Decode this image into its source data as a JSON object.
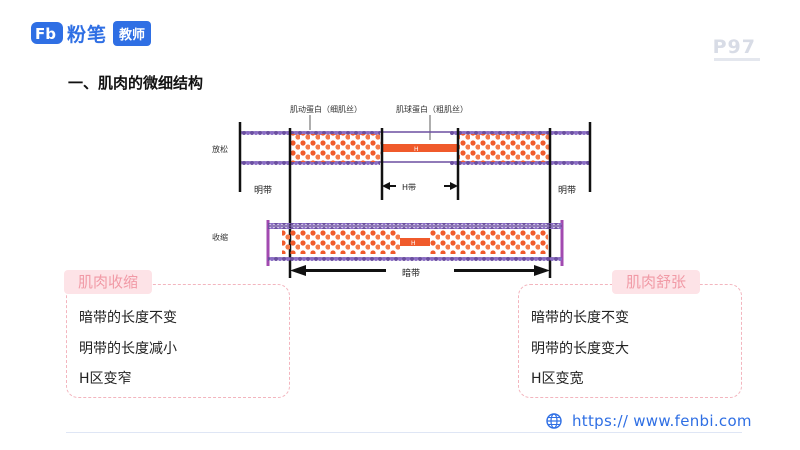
{
  "header": {
    "logo_brand": "粉笔",
    "logo_badge": "教师",
    "page_number": "P97"
  },
  "main": {
    "section_title": "一、肌肉的微细结构"
  },
  "diagram": {
    "label_actin": "肌动蛋白（细肌丝）",
    "label_myosin": "肌球蛋白（粗肌丝）",
    "label_relaxed": "放松",
    "label_contracted": "收缩",
    "label_light_band_left": "明带",
    "label_light_band_right": "明带",
    "label_h_band": "H带",
    "label_h_top": "H",
    "label_h_bottom": "H",
    "label_dark_band": "暗带"
  },
  "contraction": {
    "title": "肌肉收缩",
    "lines": [
      "暗带的长度不变",
      "明带的长度减小",
      "H区变窄"
    ]
  },
  "relaxation": {
    "title": "肌肉舒张",
    "lines": [
      "暗带的长度不变",
      "明带的长度变大",
      "H区变宽"
    ]
  },
  "footer": {
    "url": "https:// www.fenbi.com",
    "icon": "globe-icon"
  },
  "colors": {
    "brand_blue": "#2f6fe4",
    "tag_pink_bg": "#fde3e7",
    "tag_pink_text": "#f19aa6",
    "myosin_orange": "#f05a2b",
    "actin_purple": "#6b4fa1"
  }
}
